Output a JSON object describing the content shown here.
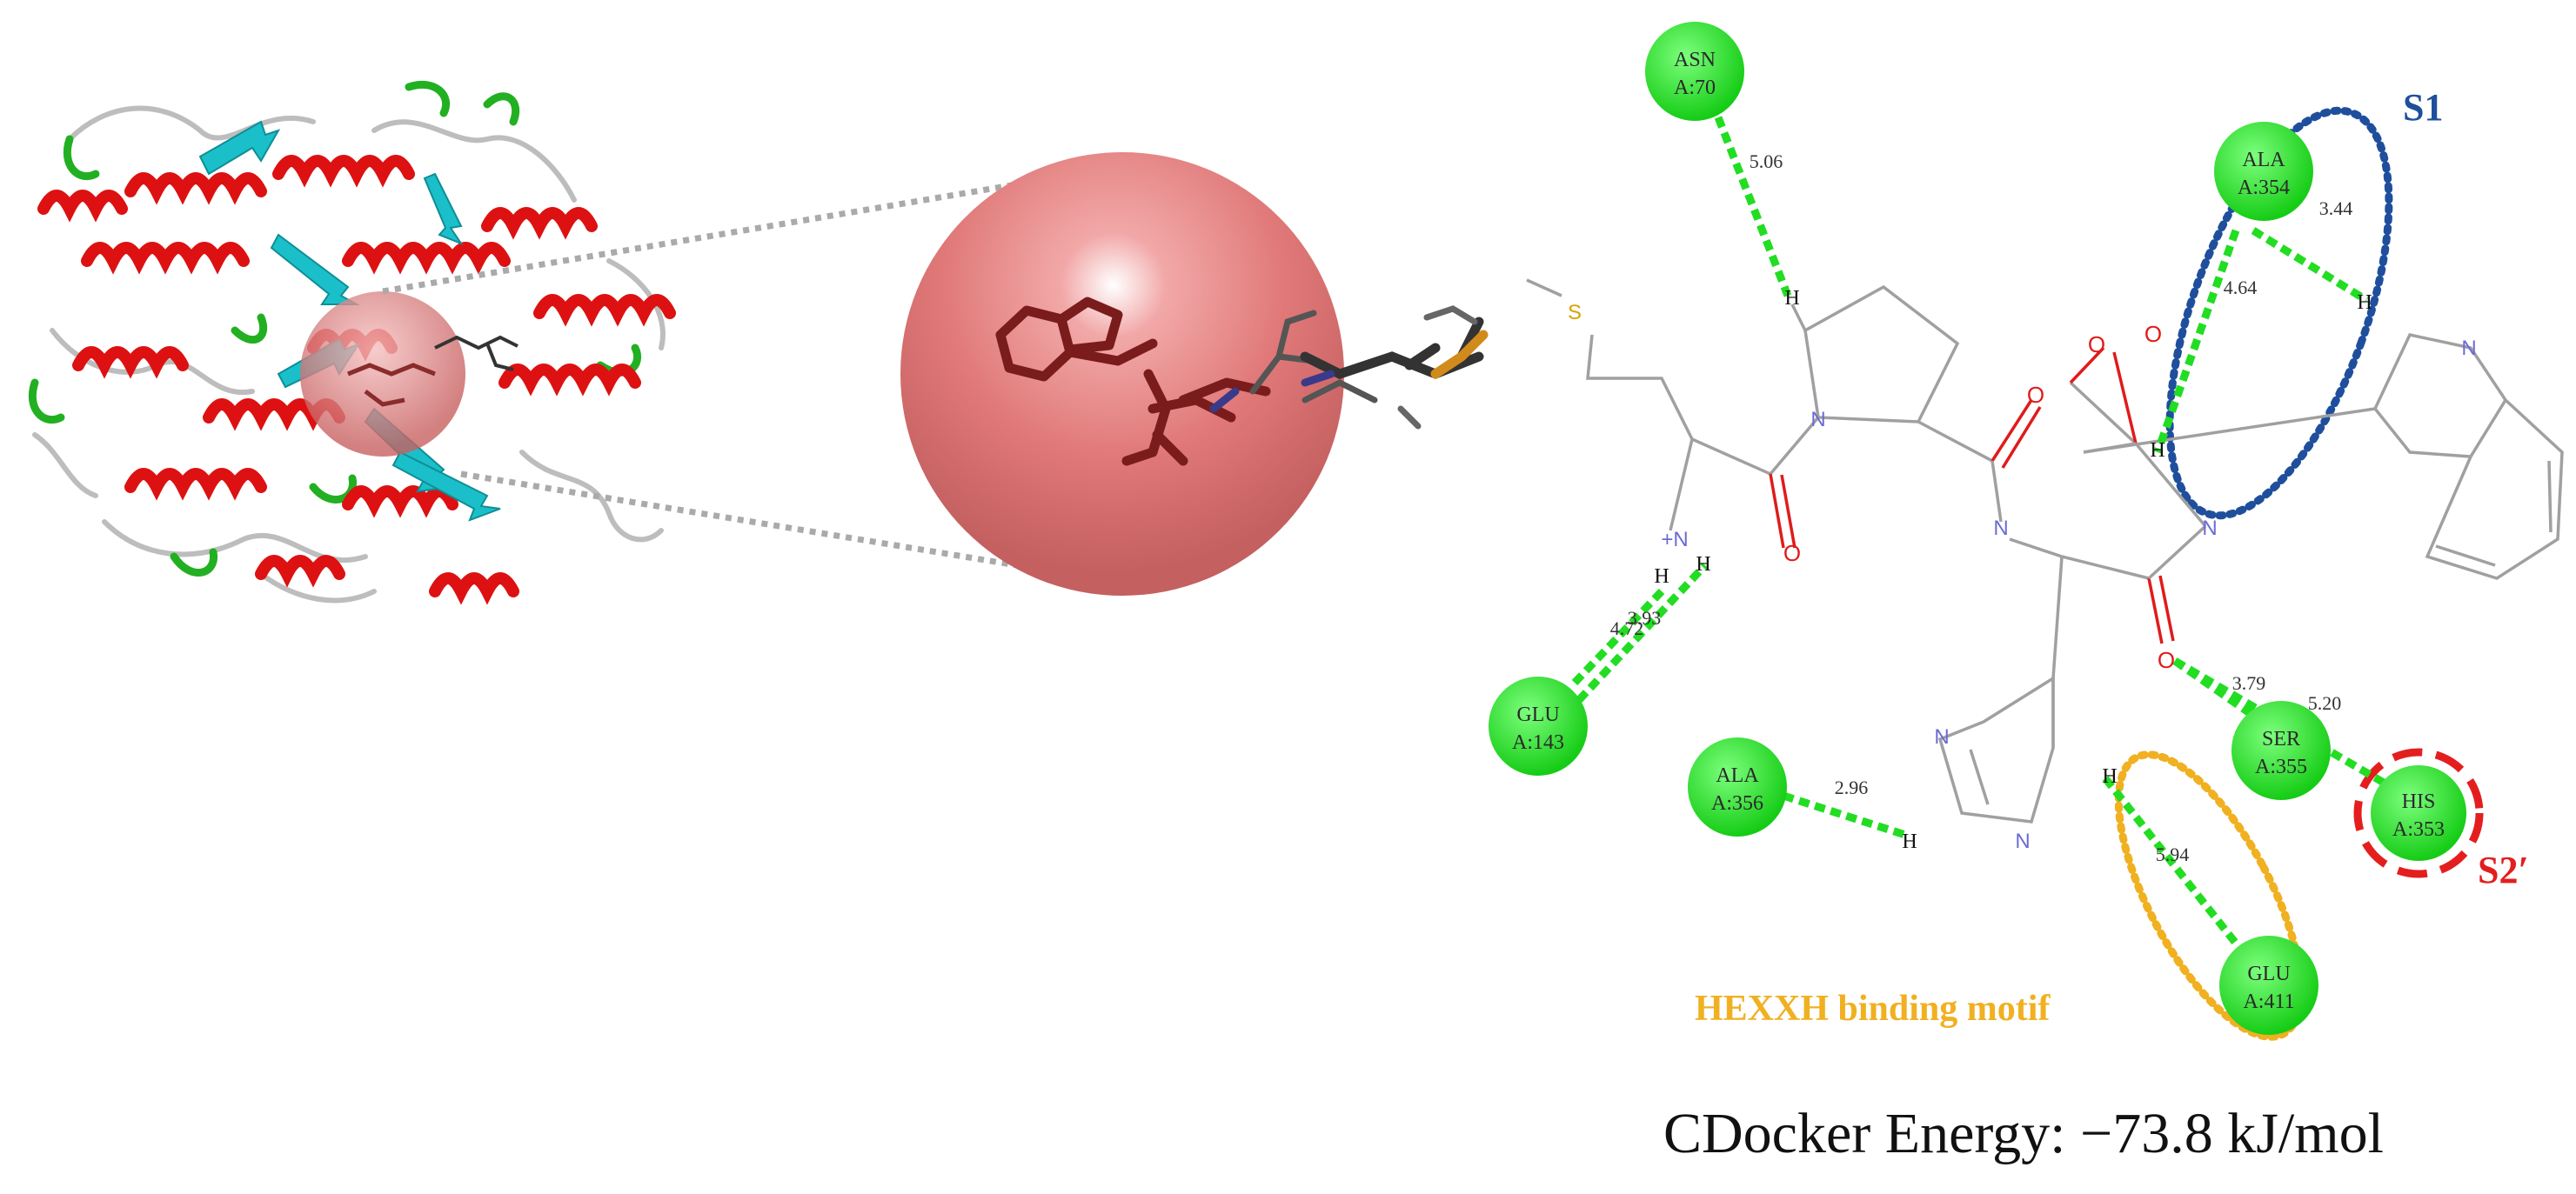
{
  "residues": [
    {
      "id": "asn70",
      "line1": "ASN",
      "line2": "A:70"
    },
    {
      "id": "ala354",
      "line1": "ALA",
      "line2": "A:354"
    },
    {
      "id": "glu143",
      "line1": "GLU",
      "line2": "A:143"
    },
    {
      "id": "ala356",
      "line1": "ALA",
      "line2": "A:356"
    },
    {
      "id": "ser355",
      "line1": "SER",
      "line2": "A:355"
    },
    {
      "id": "his353",
      "line1": "HIS",
      "line2": "A:353"
    },
    {
      "id": "glu411",
      "line1": "GLU",
      "line2": "A:411"
    }
  ],
  "distances": {
    "asn70": "5.06",
    "ala354_a": "3.44",
    "ala354_b": "4.64",
    "glu143_a": "4.72",
    "glu143_b": "3.93",
    "ala356": "2.96",
    "ser355": "3.79",
    "his353": "5.20",
    "glu411": "5.94"
  },
  "atoms": {
    "h": "H",
    "n": "N",
    "o": "O",
    "s": "S",
    "nplus": "+N"
  },
  "sites": {
    "s1": "S1",
    "s2": "S2′",
    "motif": "HEXXH binding motif"
  },
  "energy": "CDocker Energy: −73.8 kJ/mol",
  "colors": {
    "helix": "#dd1111",
    "sheet": "#1bbfc9",
    "turn": "#22b022",
    "coil": "#bdbdbd",
    "residue_green": "#22dd22",
    "s1": "#1f4f9c",
    "s2": "#e41e1e",
    "motif": "#f0b020"
  }
}
